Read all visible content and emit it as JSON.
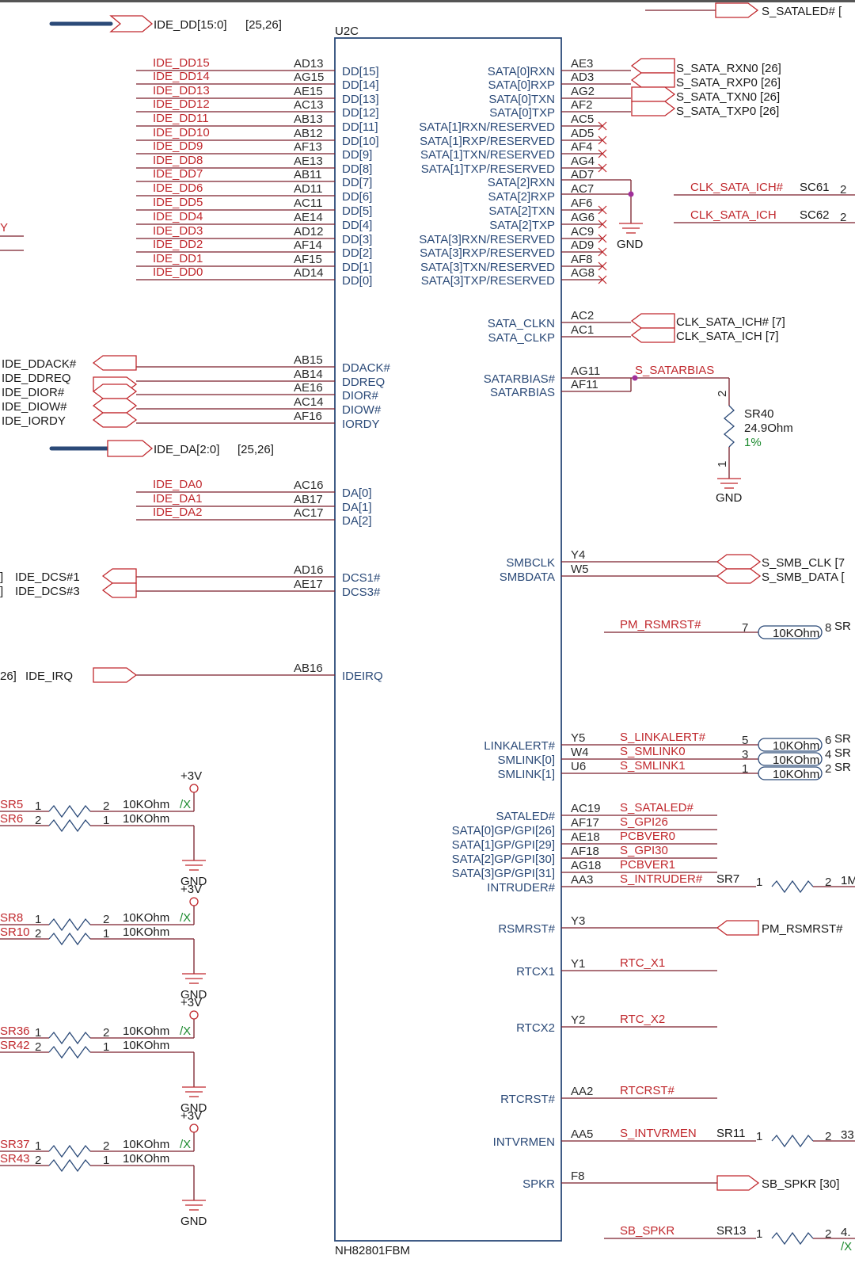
{
  "chip": {
    "refdes": "U2C",
    "part": "NH82801FBM",
    "left_pins": [
      {
        "ball": "AD13",
        "name": "DD[15]",
        "net": "IDE_DD15"
      },
      {
        "ball": "AG15",
        "name": "DD[14]",
        "net": "IDE_DD14"
      },
      {
        "ball": "AE15",
        "name": "DD[13]",
        "net": "IDE_DD13"
      },
      {
        "ball": "AC13",
        "name": "DD[12]",
        "net": "IDE_DD12"
      },
      {
        "ball": "AB13",
        "name": "DD[11]",
        "net": "IDE_DD11"
      },
      {
        "ball": "AB12",
        "name": "DD[10]",
        "net": "IDE_DD10"
      },
      {
        "ball": "AF13",
        "name": "DD[9]",
        "net": "IDE_DD9"
      },
      {
        "ball": "AE13",
        "name": "DD[8]",
        "net": "IDE_DD8"
      },
      {
        "ball": "AB11",
        "name": "DD[7]",
        "net": "IDE_DD7"
      },
      {
        "ball": "AD11",
        "name": "DD[6]",
        "net": "IDE_DD6"
      },
      {
        "ball": "AC11",
        "name": "DD[5]",
        "net": "IDE_DD5"
      },
      {
        "ball": "AE14",
        "name": "DD[4]",
        "net": "IDE_DD4"
      },
      {
        "ball": "AD12",
        "name": "DD[3]",
        "net": "IDE_DD3"
      },
      {
        "ball": "AF14",
        "name": "DD[2]",
        "net": "IDE_DD2"
      },
      {
        "ball": "AF15",
        "name": "DD[1]",
        "net": "IDE_DD1"
      },
      {
        "ball": "AD14",
        "name": "DD[0]",
        "net": "IDE_DD0"
      },
      {
        "ball": "AB15",
        "name": "DDACK#",
        "net": "IDE_DDACK#"
      },
      {
        "ball": "AB14",
        "name": "DDREQ",
        "net": "IDE_DDREQ"
      },
      {
        "ball": "AE16",
        "name": "DIOR#",
        "net": "IDE_DIOR#"
      },
      {
        "ball": "AC14",
        "name": "DIOW#",
        "net": "IDE_DIOW#"
      },
      {
        "ball": "AF16",
        "name": "IORDY",
        "net": "IDE_IORDY"
      },
      {
        "ball": "AC16",
        "name": "DA[0]",
        "net": "IDE_DA0"
      },
      {
        "ball": "AB17",
        "name": "DA[1]",
        "net": "IDE_DA1"
      },
      {
        "ball": "AC17",
        "name": "DA[2]",
        "net": "IDE_DA2"
      },
      {
        "ball": "AD16",
        "name": "DCS1#",
        "net": "IDE_DCS#1"
      },
      {
        "ball": "AE17",
        "name": "DCS3#",
        "net": "IDE_DCS#3"
      },
      {
        "ball": "AB16",
        "name": "IDEIRQ",
        "net": "IDE_IRQ"
      }
    ],
    "right_pins": [
      {
        "ball": "AE3",
        "name": "SATA[0]RXN"
      },
      {
        "ball": "AD3",
        "name": "SATA[0]RXP"
      },
      {
        "ball": "AG2",
        "name": "SATA[0]TXN"
      },
      {
        "ball": "AF2",
        "name": "SATA[0]TXP"
      },
      {
        "ball": "AC5",
        "name": "SATA[1]RXN/RESERVED"
      },
      {
        "ball": "AD5",
        "name": "SATA[1]RXP/RESERVED"
      },
      {
        "ball": "AF4",
        "name": "SATA[1]TXN/RESERVED"
      },
      {
        "ball": "AG4",
        "name": "SATA[1]TXP/RESERVED"
      },
      {
        "ball": "AD7",
        "name": "SATA[2]RXN"
      },
      {
        "ball": "AC7",
        "name": "SATA[2]RXP"
      },
      {
        "ball": "AF6",
        "name": "SATA[2]TXN"
      },
      {
        "ball": "AG6",
        "name": "SATA[2]TXP"
      },
      {
        "ball": "AC9",
        "name": "SATA[3]RXN/RESERVED"
      },
      {
        "ball": "AD9",
        "name": "SATA[3]RXP/RESERVED"
      },
      {
        "ball": "AF8",
        "name": "SATA[3]TXN/RESERVED"
      },
      {
        "ball": "AG8",
        "name": "SATA[3]TXP/RESERVED"
      },
      {
        "ball": "AC2",
        "name": "SATA_CLKN"
      },
      {
        "ball": "AC1",
        "name": "SATA_CLKP"
      },
      {
        "ball": "AG11",
        "name": "SATARBIAS#"
      },
      {
        "ball": "AF11",
        "name": "SATARBIAS"
      },
      {
        "ball": "Y4",
        "name": "SMBCLK"
      },
      {
        "ball": "W5",
        "name": "SMBDATA"
      },
      {
        "ball": "Y5",
        "name": "LINKALERT#"
      },
      {
        "ball": "W4",
        "name": "SMLINK[0]"
      },
      {
        "ball": "U6",
        "name": "SMLINK[1]"
      },
      {
        "ball": "AC19",
        "name": "SATALED#"
      },
      {
        "ball": "AF17",
        "name": "SATA[0]GP/GPI[26]"
      },
      {
        "ball": "AE18",
        "name": "SATA[1]GP/GPI[29]"
      },
      {
        "ball": "AF18",
        "name": "SATA[2]GP/GPI[30]"
      },
      {
        "ball": "AG18",
        "name": "SATA[3]GP/GPI[31]"
      },
      {
        "ball": "AA3",
        "name": "INTRUDER#"
      },
      {
        "ball": "Y3",
        "name": "RSMRST#"
      },
      {
        "ball": "Y1",
        "name": "RTCX1"
      },
      {
        "ball": "Y2",
        "name": "RTCX2"
      },
      {
        "ball": "AA2",
        "name": "RTCRST#"
      },
      {
        "ball": "AA5",
        "name": "INTVRMEN"
      },
      {
        "ball": "F8",
        "name": "SPKR"
      }
    ]
  },
  "buses": {
    "dd": {
      "label": "IDE_DD[15:0]",
      "ref": "[25,26]"
    },
    "da": {
      "label": "IDE_DA[2:0]",
      "ref": "[25,26]"
    }
  },
  "left_ports": {
    "ddack": "IDE_DDACK#",
    "ddreq": "IDE_DDREQ",
    "dior": "IDE_DIOR#",
    "diow": "IDE_DIOW#",
    "iordy": "IDE_IORDY",
    "dcs1": "IDE_DCS#1",
    "dcs3": "IDE_DCS#3",
    "dcs_ref": "]",
    "irq": "IDE_IRQ",
    "irq_ref": "26]",
    "edge_label": "Y"
  },
  "sata_ports": {
    "rxn0": "S_SATA_RXN0 [26]",
    "rxp0": "S_SATA_RXP0 [26]",
    "txn0": "S_SATA_TXN0 [26]",
    "txp0": "S_SATA_TXP0 [26]",
    "clk_n": "CLK_SATA_ICH# [7]",
    "clk_p": "CLK_SATA_ICH [7]",
    "sataled_top": "S_SATALED# ["
  },
  "caps": {
    "net1": "CLK_SATA_ICH#",
    "ref1": "SC61",
    "pin1": "2",
    "net2": "CLK_SATA_ICH",
    "ref2": "SC62",
    "pin2": "2"
  },
  "bias": {
    "net": "S_SATARBIAS",
    "ref": "SR40",
    "value": "24.9Ohm",
    "tol": "1%",
    "pin_top": "2",
    "pin_bottom": "1"
  },
  "gnd_label": "GND",
  "smb": {
    "clk": "S_SMB_CLK [7",
    "data": "S_SMB_DATA ["
  },
  "rsm_net": {
    "net": "PM_RSMRST#",
    "pin_l": "7",
    "value": "10KOhm",
    "pin_r": "8",
    "ref_cut": "SR"
  },
  "link_nets": [
    {
      "net": "S_LINKALERT#",
      "pin_l": "5",
      "value": "10KOhm",
      "pin_r": "6",
      "ref_cut": "SR"
    },
    {
      "net": "S_SMLINK0",
      "pin_l": "3",
      "value": "10KOhm",
      "pin_r": "4",
      "ref_cut": "SR"
    },
    {
      "net": "S_SMLINK1",
      "pin_l": "1",
      "value": "10KOhm",
      "pin_r": "2",
      "ref_cut": "SR"
    }
  ],
  "gpio_nets": [
    "S_SATALED#",
    "S_GPI26",
    "PCBVER0",
    "S_GPI30",
    "PCBVER1",
    "S_INTRUDER#"
  ],
  "intruder": {
    "ref": "SR7",
    "pin_l": "1",
    "pin_r": "2",
    "val_cut": "1M"
  },
  "rsmrst_port": "PM_RSMRST#",
  "rtc": {
    "x1": "RTC_X1",
    "x2": "RTC_X2",
    "rst": "RTCRST#",
    "intvrmen": "S_INTVRMEN",
    "ref": "SR11",
    "pin_l": "1",
    "pin_r": "2",
    "val_cut": "33"
  },
  "spkr": {
    "port": "SB_SPKR [30]",
    "net": "SB_SPKR",
    "ref": "SR13",
    "pin_l": "1",
    "pin_r": "2",
    "val_cut": "4.",
    "nostuff": "/X"
  },
  "pullups": [
    {
      "top": "SR5",
      "bottom": "SR6",
      "val": "10KOhm",
      "stuff": "/X",
      "val2": "10KOhm",
      "power": "+3V"
    },
    {
      "top": "SR8",
      "bottom": "SR10",
      "val": "10KOhm",
      "stuff": "/X",
      "val2": "10KOhm",
      "power": "+3V"
    },
    {
      "top": "SR36",
      "bottom": "SR42",
      "val": "10KOhm",
      "stuff": "/X",
      "val2": "10KOhm",
      "power": "+3V"
    },
    {
      "top": "SR37",
      "bottom": "SR43",
      "val": "10KOhm",
      "stuff": "/X",
      "val2": "10KOhm",
      "power": "+3V"
    }
  ]
}
